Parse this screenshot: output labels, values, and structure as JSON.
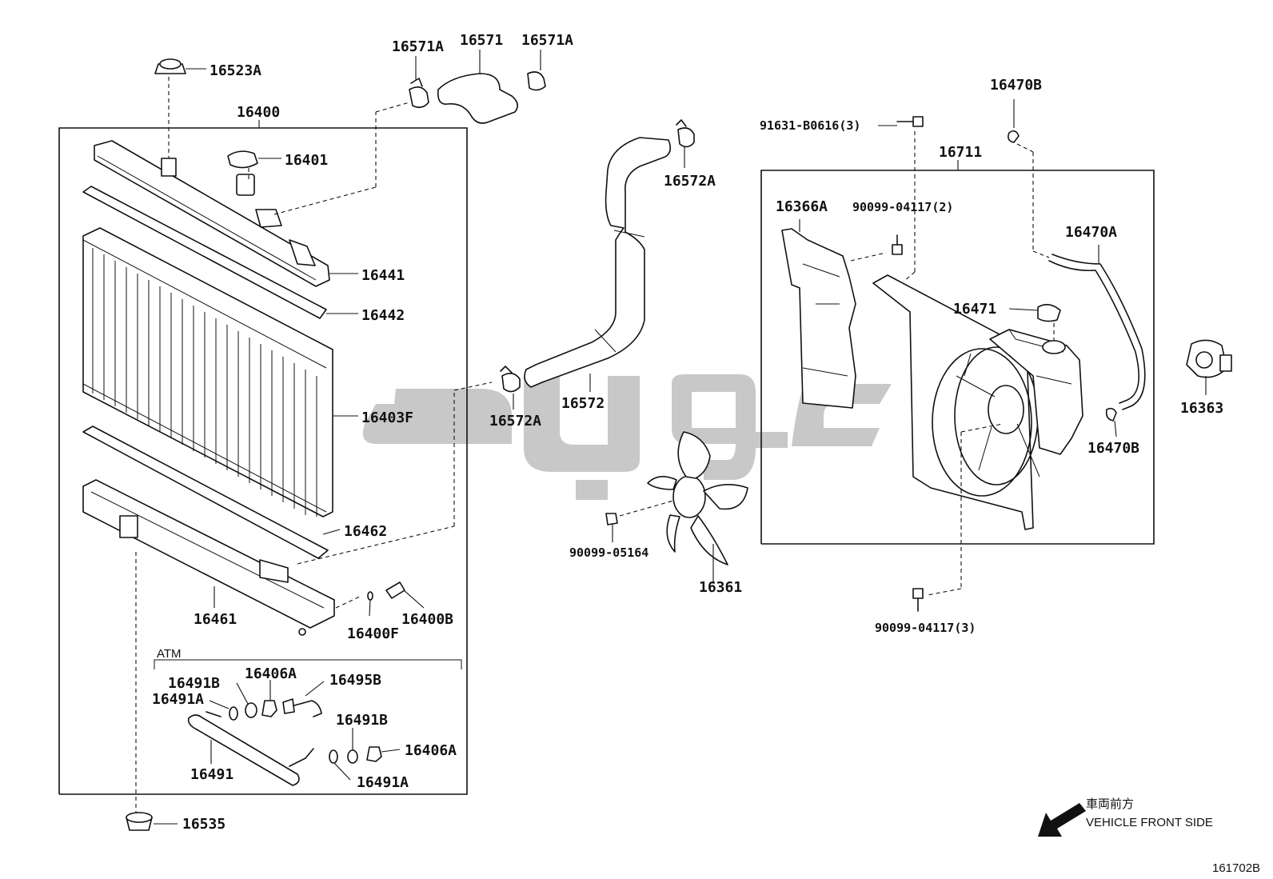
{
  "labels": {
    "p16523A": "16523A",
    "p16400": "16400",
    "p16401": "16401",
    "p16441": "16441",
    "p16442": "16442",
    "p16403F": "16403F",
    "p16462": "16462",
    "p16461": "16461",
    "p16400F": "16400F",
    "p16400B": "16400B",
    "p16535": "16535",
    "p16571A_left": "16571A",
    "p16571": "16571",
    "p16571A_right": "16571A",
    "p16572A_top": "16572A",
    "p16572": "16572",
    "p16572A_bottom": "16572A",
    "p90099_05164": "90099-05164",
    "p16361": "16361",
    "p91631": "91631-B0616(3)",
    "p16470B_top": "16470B",
    "p16711": "16711",
    "p16366A": "16366A",
    "p90099_04117_2": "90099-04117(2)",
    "p16470A": "16470A",
    "p16471": "16471",
    "p16470B_bottom": "16470B",
    "p16363": "16363",
    "p90099_04117_3": "90099-04117(3)",
    "atm": "ATM",
    "p16491B_a": "16491B",
    "p16406A_a": "16406A",
    "p16495B": "16495B",
    "p16491A_a": "16491A",
    "p16491B_b": "16491B",
    "p16406A_b": "16406A",
    "p16491": "16491",
    "p16491A_b": "16491A"
  },
  "direction": {
    "japanese": "車両前方",
    "english": "VEHICLE FRONT SIDE"
  },
  "figure_id": "161702B",
  "colors": {
    "line": "#111111",
    "watermark": "#9a9a9a",
    "background": "#ffffff"
  }
}
